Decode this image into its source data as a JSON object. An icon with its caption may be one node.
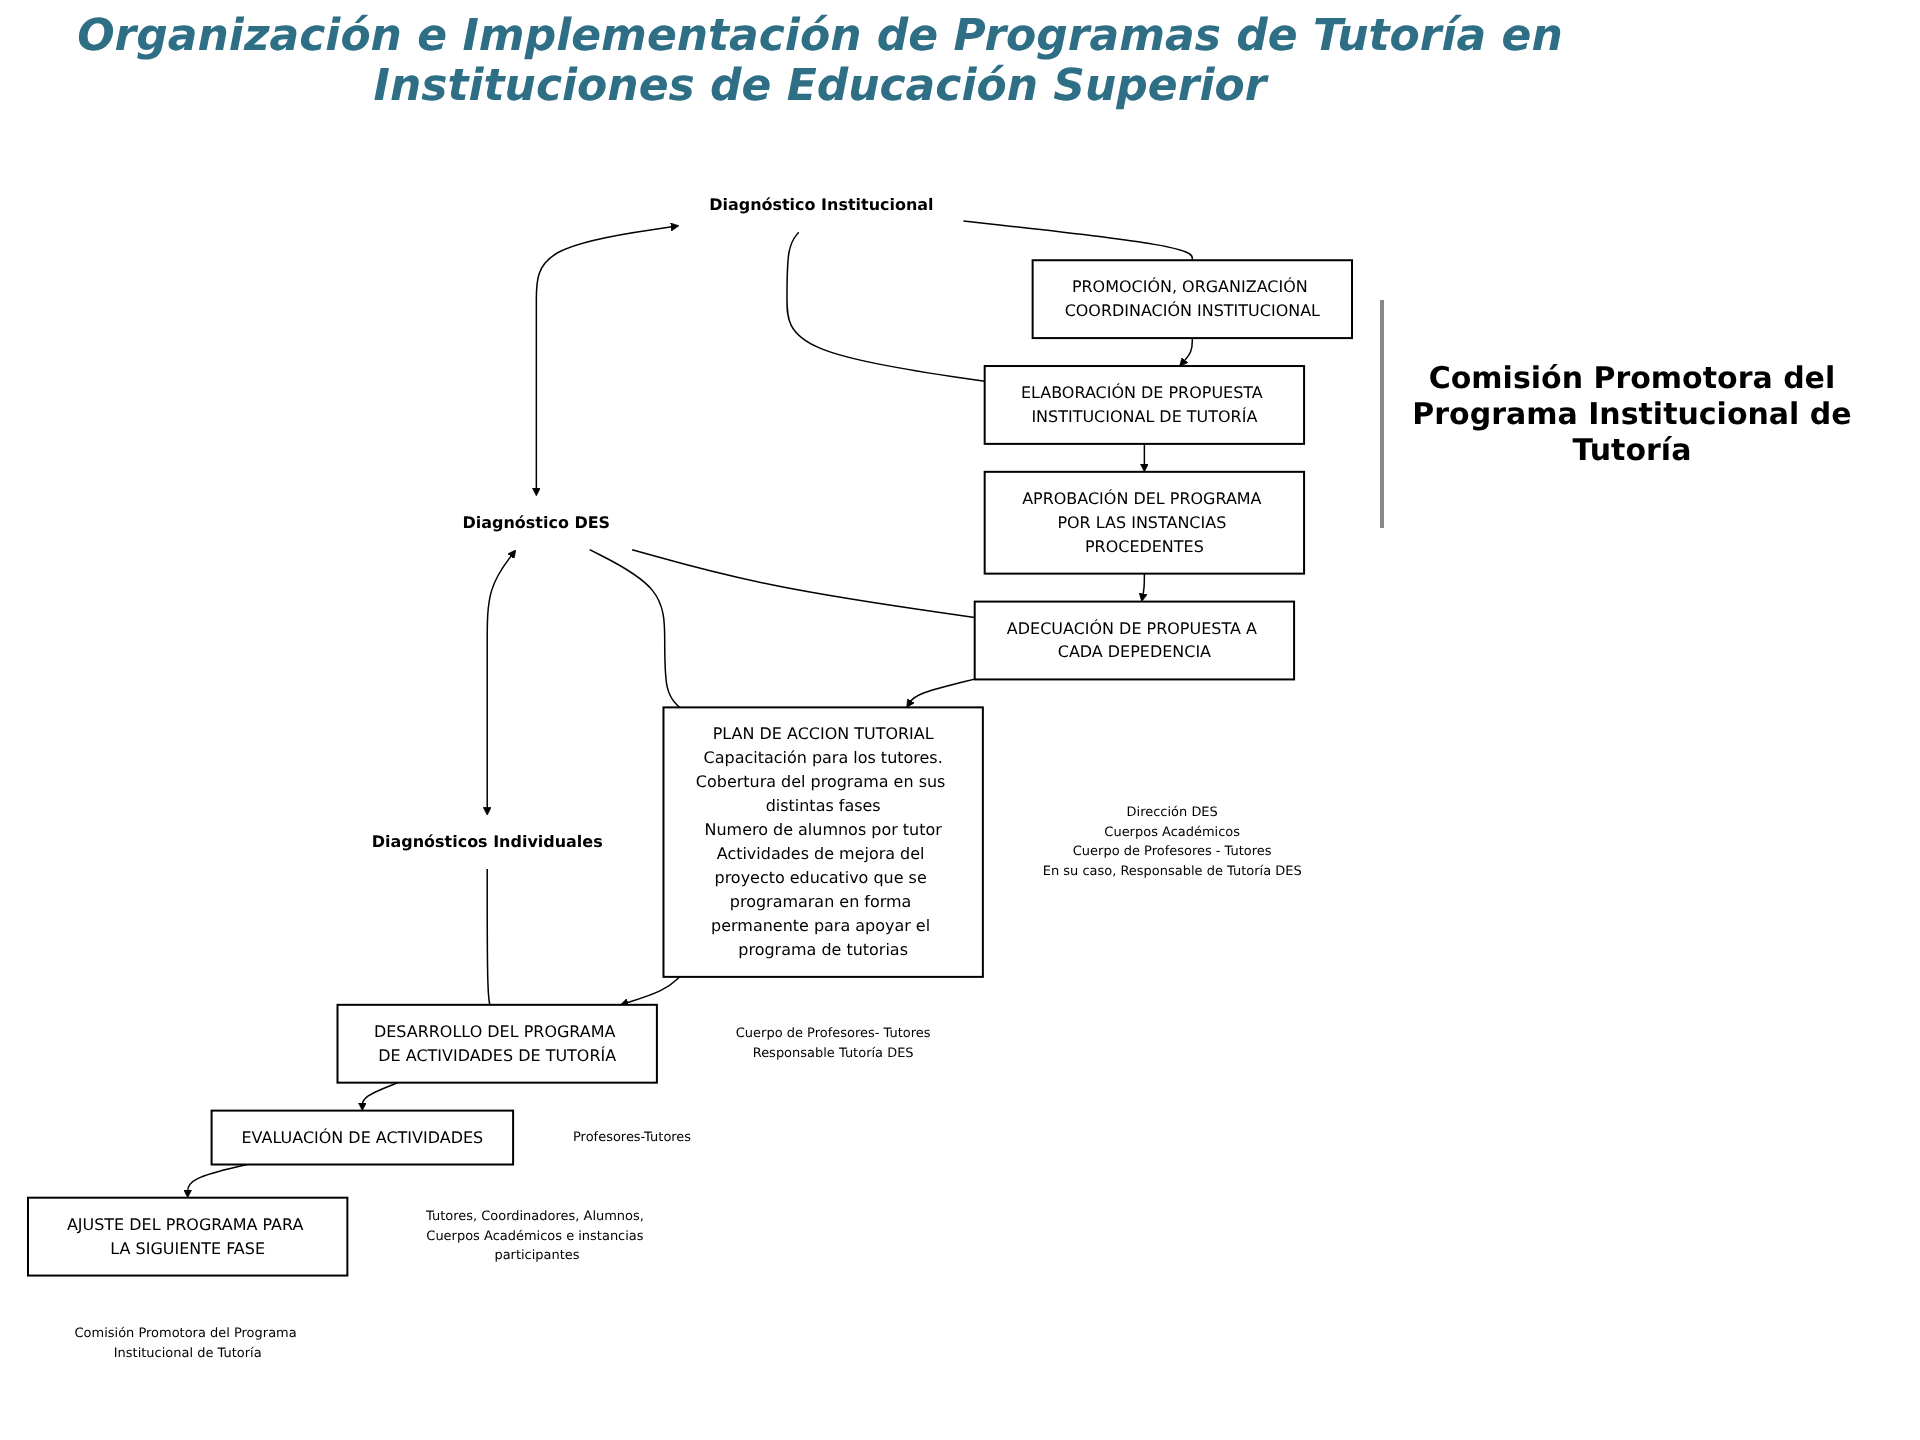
{
  "diagram": {
    "title": "Organización e Implementación de Programas de Tutoría en Instituciones de Educación Superior",
    "nodes": [
      {
        "text": [
          "PROMOCIÓN, ORGANIZACIÓN COORDINACIÓN INSTITUCIONAL"
        ]
      },
      {
        "text": [
          "ELABORACIÓN DE PROPUESTA INSTITUCIONAL DE TUTORÍA"
        ]
      },
      {
        "text": [
          "APROBACIÓN DEL PROGRAMA POR LAS INSTANCIAS PROCEDENTES"
        ]
      },
      {
        "text": [
          "ADECUACIÓN DE PROPUESTA A CADA DEPEDENCIA"
        ],
        "beside": [
          "Dirección DES",
          "Cuerpos Académicos",
          "Cuerpo de Profesores - Tutores",
          "En su caso, Responsable de Tutoría DES"
        ]
      },
      {
        "text": [
          "PLAN DE ACCION TUTORIAL",
          "Capacitación para los tutores.",
          "Cobertura del programa en sus distintas fases",
          "Numero de alumnos por tutor",
          "Actividades de mejora del proyecto educativo que se programaran en forma permanente para apoyar el programa de tutorias"
        ],
        "beside": [
          "Cuerpo de Profesores- Tutores",
          "Responsable Tutoría DES"
        ]
      },
      {
        "text": [
          "DESARROLLO DEL PROGRAMA DE ACTIVIDADES DE TUTORÍA"
        ],
        "beside": [
          "Profesores-Tutores"
        ]
      },
      {
        "text": [
          "EVALUACIÓN DE ACTIVIDADES"
        ],
        "beside": [
          "Tutores, Coordinadores, Alumnos, Cuerpos Académicos e instancias participantes"
        ]
      },
      {
        "text": [
          "AJUSTE DEL PROGRAMA PARA LA SIGUIENTE FASE"
        ],
        "beside": [
          "Comisión Promotora del Programa Institucional de Tutoría"
        ]
      },
      {
        "text": [
          "Diagnóstico Institucional"
        ]
      },
      {
        "text": [
          "Diagnóstico DES"
        ]
      },
      {
        "text": [
          "Diagnósticos Individuales"
        ]
      }
    ],
    "edges": [
      {
        "from": 0,
        "to": 1,
        "arrow": "to"
      },
      {
        "from": 1,
        "to": 2,
        "arrow": "to"
      },
      {
        "from": 2,
        "to": 3,
        "arrow": "to"
      },
      {
        "from": 3,
        "to": 4,
        "arrow": "to"
      },
      {
        "from": 4,
        "to": 5,
        "arrow": "to"
      },
      {
        "from": 5,
        "to": 6,
        "arrow": "to"
      },
      {
        "from": 6,
        "to": 7,
        "arrow": "to"
      },
      {
        "from": 8,
        "to": 0,
        "arrow": "none"
      },
      {
        "from": 8,
        "to": 1,
        "arrow": "none"
      },
      {
        "from": 9,
        "to": 3,
        "arrow": "none"
      },
      {
        "from": 9,
        "to": 4,
        "arrow": "none"
      },
      {
        "from": 10,
        "to": 5,
        "arrow": "none"
      },
      {
        "from": 8,
        "to": 9,
        "arrow": "both"
      },
      {
        "from": 9,
        "to": 10,
        "arrow": "both"
      }
    ],
    "labels": [
      "Comisión Promotora del Programa Institucional de Tutoría"
    ]
  }
}
